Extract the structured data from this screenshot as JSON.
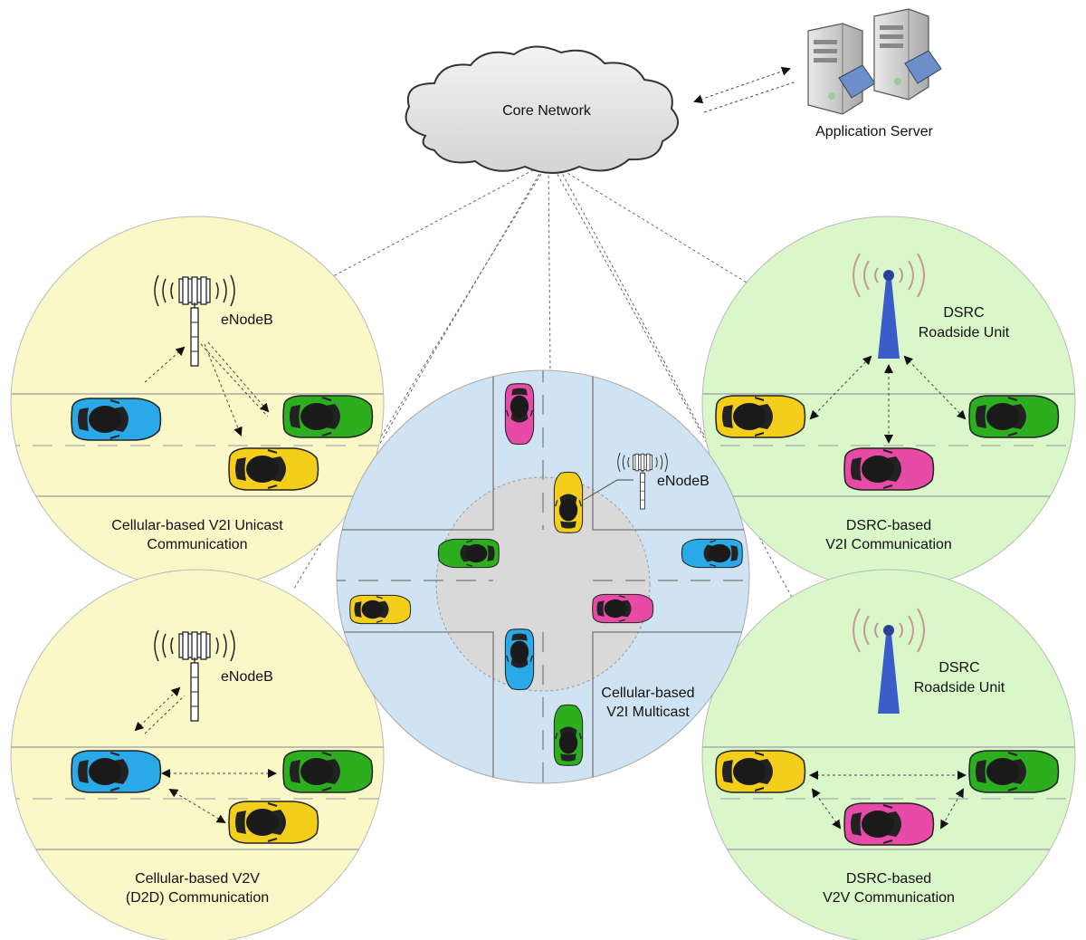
{
  "core_network": {
    "label": "Core Network"
  },
  "application_server": {
    "label": "Application Server"
  },
  "panels": {
    "v2i_unicast": {
      "tower_label": "eNodeB",
      "caption_line1": "Cellular-based V2I Unicast",
      "caption_line2": "Communication"
    },
    "v2v_d2d": {
      "tower_label": "eNodeB",
      "caption_line1": "Cellular-based V2V",
      "caption_line2": "(D2D) Communication"
    },
    "v2i_multicast": {
      "tower_label": "eNodeB",
      "caption_line1": "Cellular-based",
      "caption_line2": "V2I Multicast"
    },
    "dsrc_v2i": {
      "rsu_line1": "DSRC",
      "rsu_line2": "Roadside Unit",
      "caption_line1": "DSRC-based",
      "caption_line2": "V2I Communication"
    },
    "dsrc_v2v": {
      "rsu_line1": "DSRC",
      "rsu_line2": "Roadside Unit",
      "caption_line1": "DSRC-based",
      "caption_line2": "V2V Communication"
    }
  },
  "colors": {
    "cellular_panel": "#fbf8c8",
    "dsrc_panel": "#d9f7c9",
    "multicast_panel": "#cfe3f2",
    "intersection": "#d9d9d9",
    "car_blue": "#2aa9e8",
    "car_green": "#2cae1e",
    "car_yellow": "#f3cf1c",
    "car_pink": "#e84aa8",
    "rsu_blue": "#3a5cc9"
  }
}
